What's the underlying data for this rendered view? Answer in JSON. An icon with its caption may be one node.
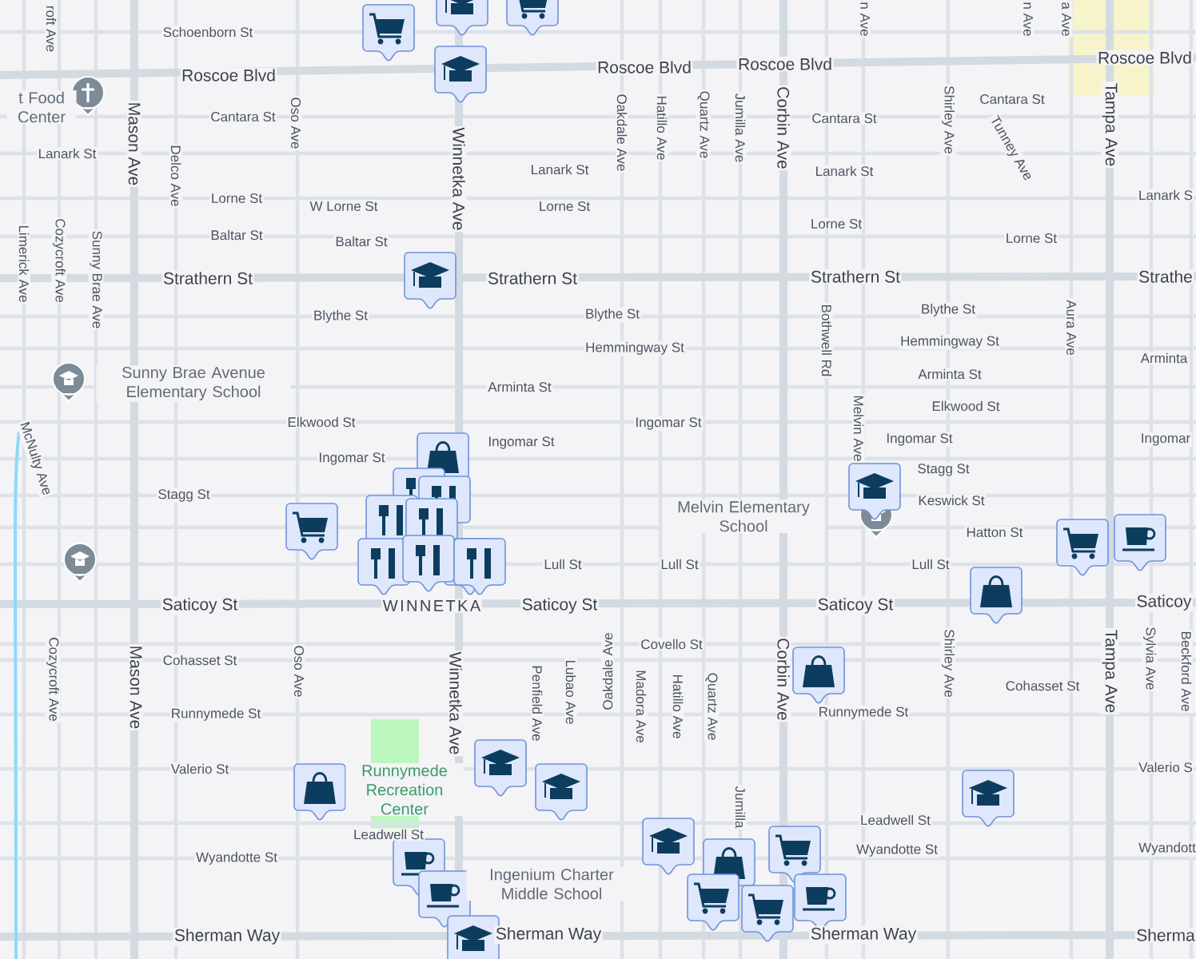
{
  "diagram": {
    "labels": [
      "Schoenborn St",
      "n Ave",
      "n Ave",
      "a Ave",
      "roft Ave",
      "Roscoe Blvd",
      "Roscoe Blvd",
      "Roscoe Blvd",
      "Roscoe Blvd",
      "t Food Center",
      "Mason Ave",
      "Oso Ave",
      "Delco Ave",
      "Winnetka Ave",
      "Oakdale Ave",
      "Hatillo Ave",
      "Quartz Ave",
      "Jumilla Ave",
      "Corbin Ave",
      "Shirley Ave",
      "Tunney Ave",
      "Tampa Ave",
      "Cantara St",
      "Cantara St",
      "Cantara St",
      "Lanark St",
      "Lanark St",
      "Lanark St",
      "Lorne St",
      "W Lorne St",
      "Lorne St",
      "Lanark S",
      "Baltar St",
      "Baltar St",
      "Lorne St",
      "Lorne St",
      "Limerick Ave",
      "Cozycroft Ave",
      "Sunny Brae Ave",
      "Strathern St",
      "Strathern St",
      "Strathern St",
      "Strathe",
      "Blythe St",
      "Blythe St",
      "Blythe St",
      "Hemmingway St",
      "Hemmingway St",
      "Bothwell Rd",
      "Aura Ave",
      "Sunny Brae Avenue Elementary School",
      "Arminta St",
      "Arminta St",
      "Arminta",
      "Elkwood St",
      "Elkwood St",
      "McNulty Ave",
      "Ingomar St",
      "Ingomar St",
      "Ingomar St",
      "Melvin Ave",
      "Ingomar St",
      "Ingomar",
      "Stagg St",
      "Stagg St",
      "Keswick St",
      "Melvin Elementary School",
      "Hatton St",
      "Lull St",
      "Lull St",
      "Lull St",
      "Saticoy St",
      "WINNETKA",
      "Saticoy St",
      "Saticoy St",
      "Saticoy",
      "Covello St",
      "Cohasset St",
      "Cozycroft Ave",
      "Mason Ave",
      "Oso Ave",
      "Winnetka Ave",
      "Penfield Ave",
      "Lubao Ave",
      "Oakdale Ave",
      "Madora Ave",
      "Hatillo Ave",
      "Quartz Ave",
      "Corbin Ave",
      "Shirley Ave",
      "Tampa Ave",
      "Sylvia Ave",
      "Beckford Ave",
      "Cohasset St",
      "Runnymede St",
      "Runnymede St",
      "Valerio St",
      "Valerio S",
      "Runnymede Recreation Center",
      "Jumilla",
      "Leadwell St",
      "Leadwell St",
      "Wyandotte St",
      "Wyandotte St",
      "Wyandott",
      "Ingenium Charter Middle School",
      "Sherman Way",
      "Sherman Way",
      "Sherman Way",
      "Sherma"
    ]
  }
}
